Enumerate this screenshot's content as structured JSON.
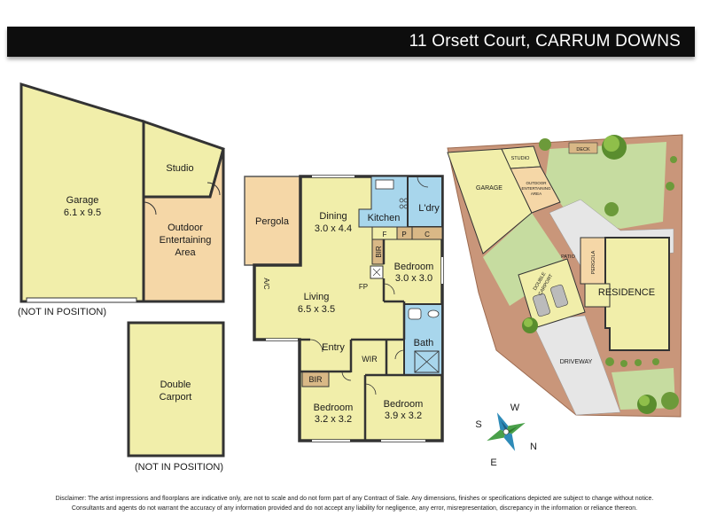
{
  "title": "11 Orsett Court, CARRUM DOWNS",
  "colors": {
    "room": "#f1eeaa",
    "outdoor": "#f5d7a7",
    "wet": "#a8d6ec",
    "joinery": "#d9b886",
    "lawn": "#c6dca0",
    "path": "#e6e6e6",
    "wall": "#333333"
  },
  "outbuildings": {
    "garage": {
      "name": "Garage",
      "dims": "6.1 x 9.5"
    },
    "studio": "Studio",
    "outdoor_line1": "Outdoor",
    "outdoor_line2": "Entertaining",
    "outdoor_line3": "Area",
    "not_in_position_1": "(NOT IN POSITION)",
    "carport_line1": "Double",
    "carport_line2": "Carport",
    "not_in_position_2": "(NOT IN POSITION)"
  },
  "house": {
    "pergola": "Pergola",
    "dining": {
      "name": "Dining",
      "dims": "3.0 x 4.4"
    },
    "kitchen": "Kitchen",
    "laundry": "L'dry",
    "fridge": "F",
    "pantry": "P",
    "cupboard": "C",
    "bir1": "BIR",
    "bedroom1": {
      "name": "Bedroom",
      "dims": "3.0 x 3.0"
    },
    "ac": "A/C",
    "fp": "FP",
    "living": {
      "name": "Living",
      "dims": "6.5 x 3.5"
    },
    "entry": "Entry",
    "wir": "WIR",
    "bath": "Bath",
    "bir2": "BIR",
    "bedroom2": {
      "name": "Bedroom",
      "dims": "3.2 x 3.2"
    },
    "bedroom3": {
      "name": "Bedroom",
      "dims": "3.9 x 3.2"
    }
  },
  "site": {
    "garage": "GARAGE",
    "studio": "STUDIO",
    "outdoor_line1": "OUTDOOR",
    "outdoor_line2": "ENTERTAINING",
    "outdoor_line3": "AREA",
    "deck": "DECK",
    "patio": "PATIO",
    "pergola": "PERGOLA",
    "carport_line1": "DOUBLE",
    "carport_line2": "CARPORT",
    "residence": "RESIDENCE",
    "driveway": "DRIVEWAY"
  },
  "compass": {
    "w": "W",
    "s": "S",
    "n": "N",
    "e": "E"
  },
  "disclaimer_line1": "Disclaimer: The artist impressions and floorplans are indicative only, are not to scale and do not form part of any Contract of Sale.  Any dimensions, finishes or specifications depicted are subject to change without notice.",
  "disclaimer_line2": "Consultants and agents do not warrant the accuracy of any information provided and do not accept any liability for negligence, any error, misrepresentation, discrepancy in the information or reliance thereon."
}
